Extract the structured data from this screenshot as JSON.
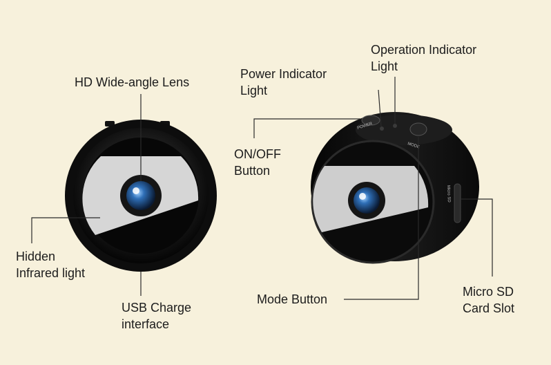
{
  "diagram": {
    "background_color": "#f7f1dc",
    "line_color": "#2a2a2a",
    "camera_body_color": "#111111",
    "lens_color": "#2f6fb7",
    "front_view": {
      "labels": {
        "lens": "HD Wide-angle Lens",
        "infrared_line1": "Hidden",
        "infrared_line2": "Infrared light",
        "usb_line1": "USB Charge",
        "usb_line2": "interface"
      }
    },
    "side_view": {
      "labels": {
        "operation_line1": "Operation Indicator",
        "operation_line2": "Light",
        "power_line1": "Power Indicator",
        "power_line2": "Light",
        "onoff_line1": "ON/OFF",
        "onoff_line2": "Button",
        "mode_button": "Mode Button",
        "sd_line1": "Micro SD",
        "sd_line2": "Card Slot"
      },
      "body_text": {
        "power_print": "POWER",
        "mode_print": "MODE",
        "sd_print": "Micro SD"
      }
    }
  }
}
